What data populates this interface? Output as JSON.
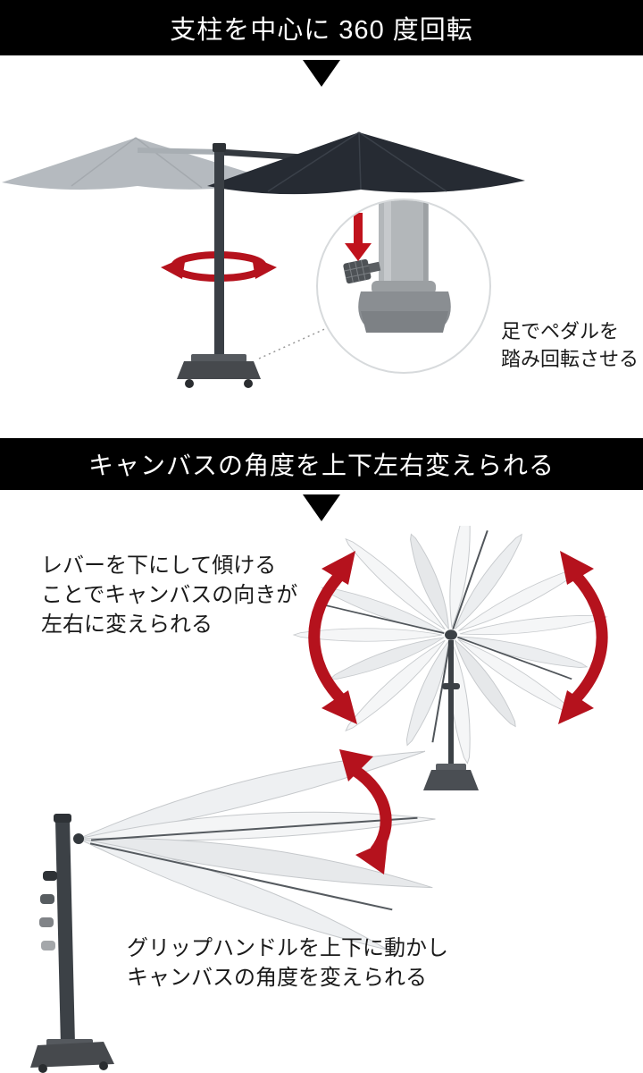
{
  "colors": {
    "bar_bg": "#000000",
    "bar_text": "#ffffff",
    "accent_red": "#b5121d",
    "canopy_dark": "#262b33",
    "canopy_ghost": "#a9afb5",
    "metal_gray": "#3c4146",
    "light_canvas": "#f2f3f4"
  },
  "section_rotation": {
    "header": "支柱を中心に 360 度回転",
    "caption": {
      "line1": "足でペダルを",
      "line2": "踏み回転させる"
    }
  },
  "section_tilt": {
    "header": "キャンバスの角度を上下左右変えられる",
    "note_swivel": {
      "line1": "レバーを下にして傾ける",
      "line2": "ことでキャンバスの向きが",
      "line3": "左右に変えられる"
    },
    "note_handle": {
      "line1": "グリップハンドルを上下に動かし",
      "line2": "キャンバスの角度を変えられる"
    }
  }
}
